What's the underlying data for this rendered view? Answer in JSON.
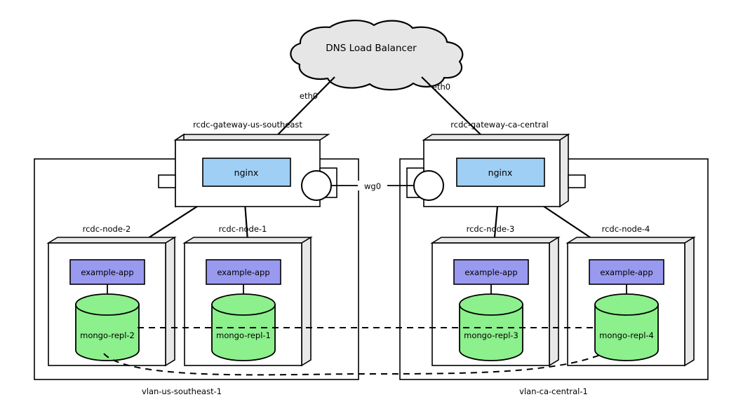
{
  "diagram": {
    "type": "network-architecture",
    "cloud": {
      "label": "DNS Load Balancer"
    },
    "links": {
      "eth0_left": "eth0",
      "eth0_right": "eth0",
      "wg0": "wg0"
    },
    "gateways": [
      {
        "id": "gw-left",
        "label": "rcdc-gateway-us-southeast",
        "service": "nginx"
      },
      {
        "id": "gw-right",
        "label": "rcdc-gateway-ca-central",
        "service": "nginx"
      }
    ],
    "vlans": [
      {
        "id": "vlan-left",
        "label": "vlan-us-southeast-1"
      },
      {
        "id": "vlan-right",
        "label": "vlan-ca-central-1"
      }
    ],
    "nodes": [
      {
        "id": "node-2",
        "label": "rcdc-node-2",
        "app": "example-app",
        "db": "mongo-repl-2"
      },
      {
        "id": "node-1",
        "label": "rcdc-node-1",
        "app": "example-app",
        "db": "mongo-repl-1"
      },
      {
        "id": "node-3",
        "label": "rcdc-node-3",
        "app": "example-app",
        "db": "mongo-repl-3"
      },
      {
        "id": "node-4",
        "label": "rcdc-node-4",
        "app": "example-app",
        "db": "mongo-repl-4"
      }
    ],
    "colors": {
      "nginx": "#9FCFF5",
      "app": "#9999F0",
      "db": "#8CF08C",
      "cloud": "#E6E6E6",
      "box_face": "#FFFFFF",
      "box_shade": "#E8E8E8",
      "stroke": "#000000",
      "background": "#FFFFFF"
    }
  }
}
